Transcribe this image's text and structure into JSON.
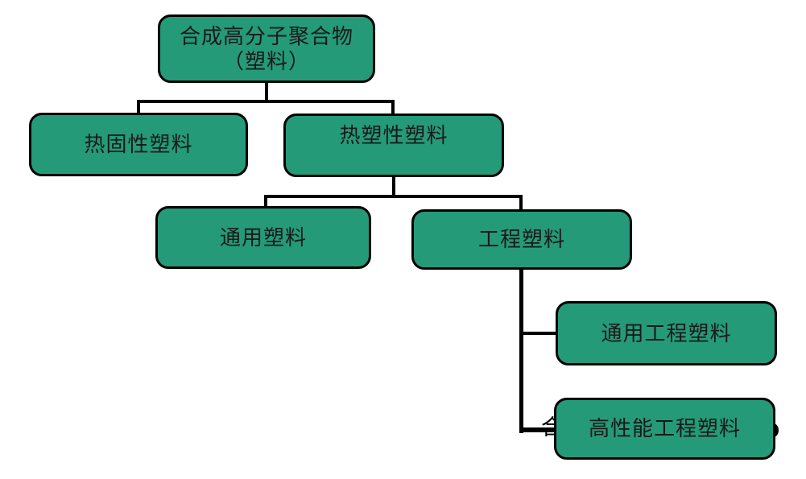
{
  "canvas": {
    "background": "#ffffff"
  },
  "diagram": {
    "type": "org-chart",
    "colors": {
      "node_fill": "#249a78",
      "node_border": "#000000",
      "node_text": "#1a1a1a",
      "connector": "#000000"
    },
    "nodes": {
      "root": {
        "line1": "合成高分子聚合物",
        "line2": "（塑料）"
      },
      "thermosetting": {
        "label": "热固性塑料"
      },
      "thermoplastic": {
        "label": "热塑性塑料"
      },
      "general_purpose": {
        "label": "通用塑料"
      },
      "engineering": {
        "label": "工程塑料"
      },
      "general_engineering": {
        "label": "通用工程塑料"
      },
      "high_performance_engineering": {
        "label": "高性能工程塑料"
      }
    },
    "edges": [
      {
        "from": "root",
        "to": "thermosetting"
      },
      {
        "from": "root",
        "to": "thermoplastic"
      },
      {
        "from": "thermoplastic",
        "to": "general_purpose"
      },
      {
        "from": "thermoplastic",
        "to": "engineering"
      },
      {
        "from": "engineering",
        "to": "general_engineering"
      },
      {
        "from": "engineering",
        "to": "high_performance_engineering"
      }
    ],
    "occluded_fragment": {
      "text": "合"
    }
  }
}
